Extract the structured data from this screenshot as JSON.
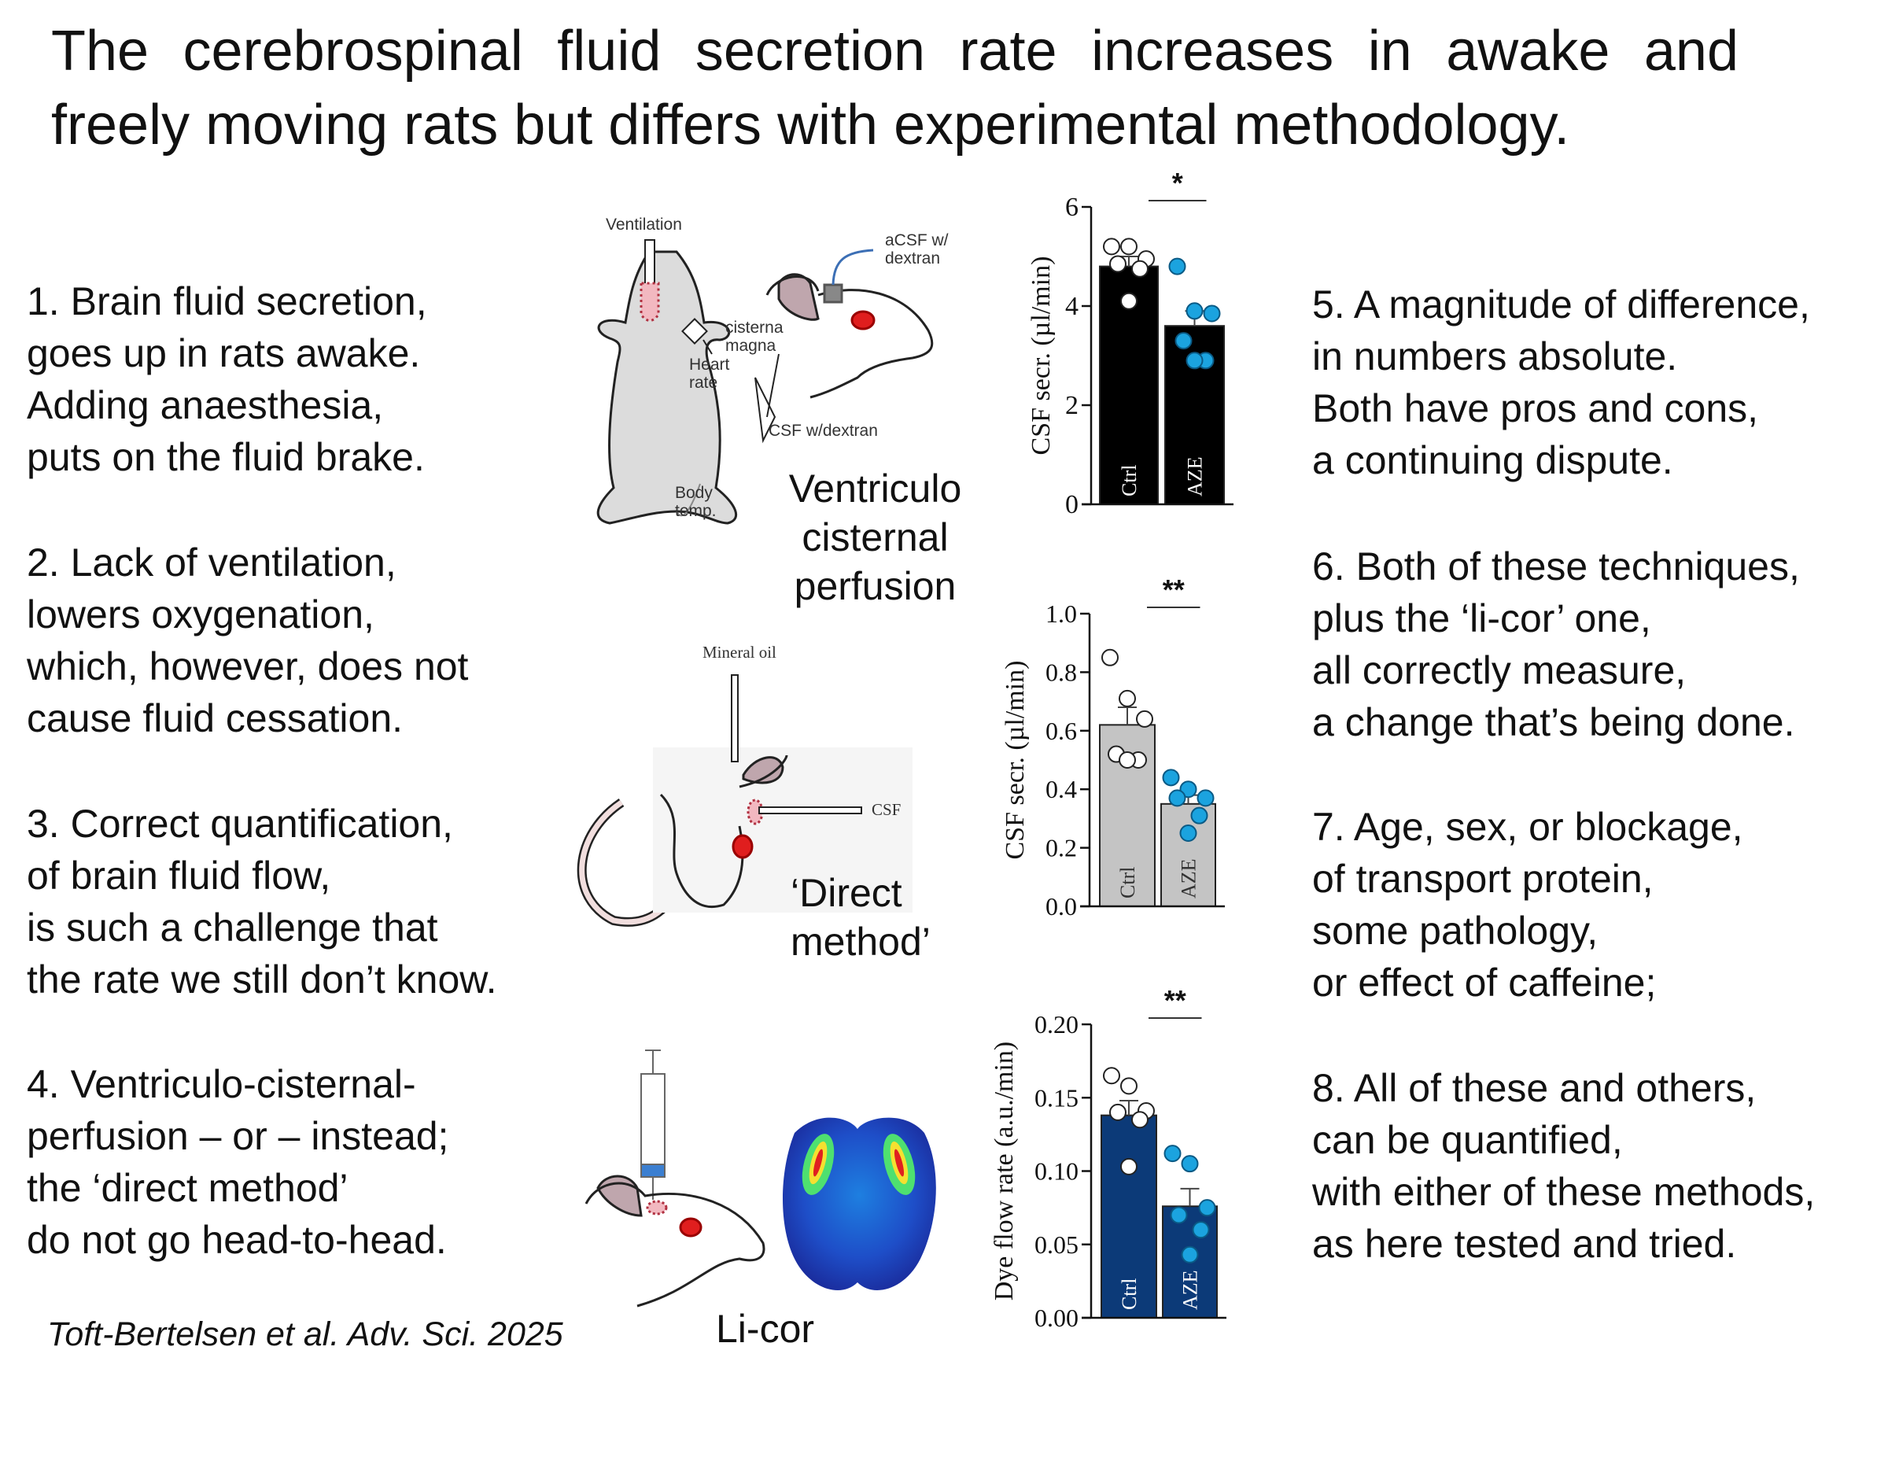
{
  "title": {
    "line1": "The cerebrospinal fluid secretion rate increases in awake and",
    "line2": "freely moving rats but differs with experimental methodology."
  },
  "left_verses": [
    {
      "lines": [
        "1. Brain fluid secretion,",
        "goes up in rats awake.",
        "Adding anaesthesia,",
        "puts on the fluid brake."
      ]
    },
    {
      "lines": [
        "2. Lack of ventilation,",
        "lowers oxygenation,",
        "which, however, does not",
        "cause fluid cessation."
      ]
    },
    {
      "lines": [
        "3. Correct quantification,",
        "of brain fluid flow,",
        "is such a challenge that",
        "the rate we still don’t know."
      ]
    },
    {
      "lines": [
        "4. Ventriculo-cisternal-",
        "perfusion – or – instead;",
        "the ‘direct method’",
        "do not go head-to-head."
      ]
    }
  ],
  "right_verses": [
    {
      "lines": [
        "5. A magnitude of difference,",
        "in numbers absolute.",
        "Both have pros and cons,",
        "a continuing dispute."
      ]
    },
    {
      "lines": [
        "6. Both of these techniques,",
        "plus the ‘li-cor’ one,",
        "all correctly measure,",
        "a change that’s being done."
      ]
    },
    {
      "lines": [
        "7. Age, sex, or blockage,",
        "of transport protein,",
        "some pathology,",
        "or effect of caffeine;"
      ]
    },
    {
      "lines": [
        "8. All of these and others,",
        "can be quantified,",
        "with either of these methods,",
        "as here tested and tried."
      ]
    }
  ],
  "citation": "Toft-Bertelsen et al. Adv. Sci. 2025",
  "methods": {
    "vcp": {
      "lines": [
        "Ventriculo",
        "cisternal",
        "perfusion"
      ],
      "labels": {
        "ventilation": "Ventilation",
        "acsf": [
          "aCSF w/",
          "dextran"
        ],
        "cisterna": [
          "cisterna",
          "magna"
        ],
        "heart": [
          "Heart",
          "rate"
        ],
        "csf_out": "CSF w/dextran",
        "body": [
          "Body",
          "temp."
        ]
      }
    },
    "direct": {
      "lines": [
        "‘Direct",
        "method’"
      ],
      "labels": {
        "oil": "Mineral oil",
        "csf": "CSF"
      }
    },
    "licor": {
      "label": "Li-cor"
    }
  },
  "colors": {
    "dot_blue": "#1ba3df",
    "navy": "#0c3a78",
    "gray_bar": "#c4c4c4",
    "black": "#000000",
    "eye_red": "#e01e1e"
  },
  "chart_data": [
    {
      "type": "bar",
      "title": "",
      "ylabel": "CSF secr. (µl/min)",
      "ylim": [
        0,
        6
      ],
      "yticks": [
        "0",
        "2",
        "4",
        "6"
      ],
      "ytick_values": [
        0,
        2,
        4,
        6
      ],
      "categories": [
        "Ctrl",
        "AZE"
      ],
      "values": [
        4.8,
        3.6
      ],
      "sem": [
        0.2,
        0.3
      ],
      "significance": "*",
      "points": [
        [
          5.2,
          5.2,
          4.95,
          4.85,
          4.75,
          4.1
        ],
        [
          4.8,
          3.9,
          3.85,
          3.3,
          2.9,
          2.9
        ]
      ],
      "bar_color": "#000000"
    },
    {
      "type": "bar",
      "title": "",
      "ylabel": "CSF secr. (µl/min)",
      "ylim": [
        0,
        1.0
      ],
      "yticks": [
        "0.0",
        "0.2",
        "0.4",
        "0.6",
        "0.8",
        "1.0"
      ],
      "ytick_values": [
        0,
        0.2,
        0.4,
        0.6,
        0.8,
        1.0
      ],
      "categories": [
        "Ctrl",
        "AZE"
      ],
      "values": [
        0.62,
        0.35
      ],
      "sem": [
        0.06,
        0.03
      ],
      "significance": "**",
      "points": [
        [
          0.85,
          0.71,
          0.64,
          0.52,
          0.5,
          0.5
        ],
        [
          0.44,
          0.4,
          0.37,
          0.37,
          0.31,
          0.25
        ]
      ],
      "bar_color": "#c4c4c4"
    },
    {
      "type": "bar",
      "title": "",
      "ylabel": "Dye flow rate (a.u./min)",
      "ylim": [
        0,
        0.2
      ],
      "yticks": [
        "0.00",
        "0.05",
        "0.10",
        "0.15",
        "0.20"
      ],
      "ytick_values": [
        0,
        0.05,
        0.1,
        0.15,
        0.2
      ],
      "categories": [
        "Ctrl",
        "AZE"
      ],
      "values": [
        0.138,
        0.076
      ],
      "sem": [
        0.01,
        0.012
      ],
      "significance": "**",
      "points": [
        [
          0.165,
          0.158,
          0.141,
          0.14,
          0.135,
          0.103
        ],
        [
          0.112,
          0.105,
          0.075,
          0.07,
          0.06,
          0.043
        ]
      ],
      "bar_color": "#0c3a78"
    }
  ]
}
